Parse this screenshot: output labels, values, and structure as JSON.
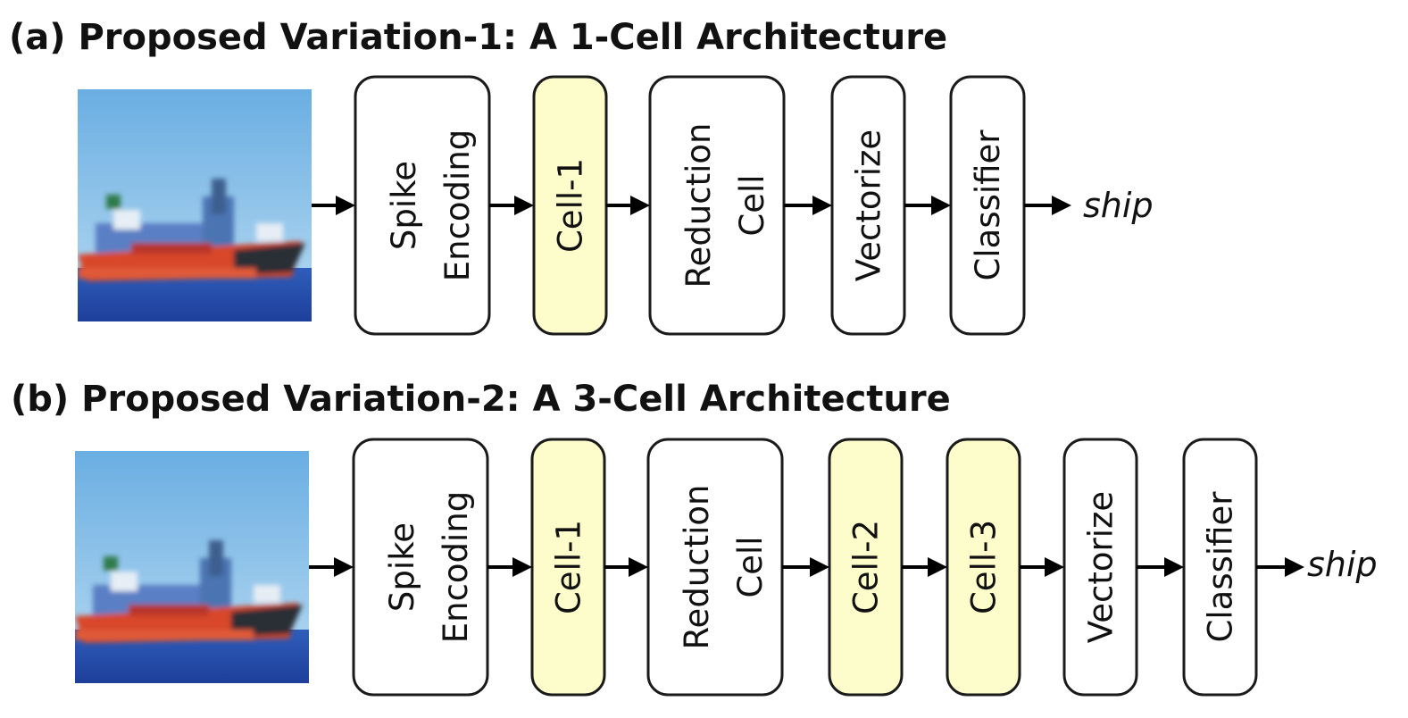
{
  "panels": {
    "a": {
      "title": "(a) Proposed Variation-1: A 1-Cell Architecture",
      "input_image": "ship-photo",
      "blocks": [
        {
          "line1": "Spike",
          "line2": "Encoding",
          "highlighted": false
        },
        {
          "line1": "Cell-1",
          "line2": "",
          "highlighted": true
        },
        {
          "line1": "Reduction",
          "line2": "Cell",
          "highlighted": false
        },
        {
          "line1": "Vectorize",
          "line2": "",
          "highlighted": false
        },
        {
          "line1": "Classifier",
          "line2": "",
          "highlighted": false
        }
      ],
      "output": "ship"
    },
    "b": {
      "title": "(b) Proposed Variation-2: A 3-Cell Architecture",
      "input_image": "ship-photo",
      "blocks": [
        {
          "line1": "Spike",
          "line2": "Encoding",
          "highlighted": false
        },
        {
          "line1": "Cell-1",
          "line2": "",
          "highlighted": true
        },
        {
          "line1": "Reduction",
          "line2": "Cell",
          "highlighted": false
        },
        {
          "line1": "Cell-2",
          "line2": "",
          "highlighted": true
        },
        {
          "line1": "Cell-3",
          "line2": "",
          "highlighted": true
        },
        {
          "line1": "Vectorize",
          "line2": "",
          "highlighted": false
        },
        {
          "line1": "Classifier",
          "line2": "",
          "highlighted": false
        }
      ],
      "output": "ship"
    }
  },
  "colors": {
    "cell_fill": "#fdfdcb",
    "block_fill": "#ffffff",
    "stroke": "#1a1a1a"
  }
}
